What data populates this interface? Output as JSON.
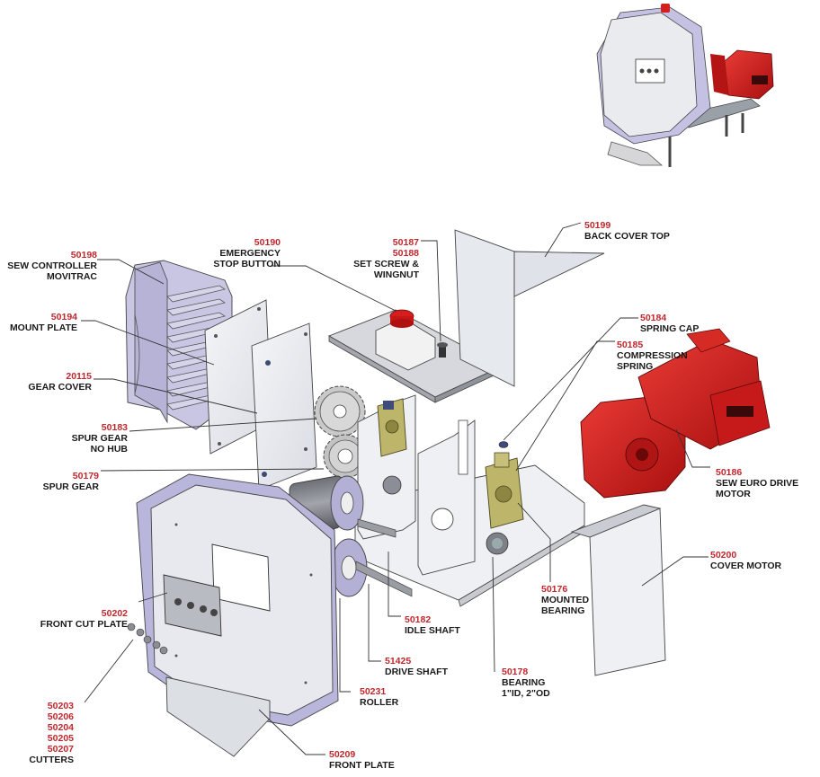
{
  "colors": {
    "part_number": "#c0272d",
    "description": "#1a1a1a",
    "leader_line": "#333333",
    "motor_red": "#d51f1f",
    "panel_light": "#eceff4",
    "panel_side": "#b9b6dc",
    "bearing_olive": "#bcb56a",
    "metal_gray": "#8f939a"
  },
  "labels": [
    {
      "id": "p50198",
      "numbers": [
        "50198"
      ],
      "lines": [
        "SEW CONTROLLER",
        "MOVITRAC"
      ]
    },
    {
      "id": "p50194",
      "numbers": [
        "50194"
      ],
      "lines": [
        "MOUNT PLATE"
      ]
    },
    {
      "id": "p20115",
      "numbers": [
        "20115"
      ],
      "lines": [
        "GEAR COVER"
      ]
    },
    {
      "id": "p50183",
      "numbers": [
        "50183"
      ],
      "lines": [
        "SPUR GEAR",
        "NO HUB"
      ]
    },
    {
      "id": "p50179",
      "numbers": [
        "50179"
      ],
      "lines": [
        "SPUR GEAR"
      ]
    },
    {
      "id": "p50202",
      "numbers": [
        "50202"
      ],
      "lines": [
        "FRONT CUT PLATE"
      ]
    },
    {
      "id": "p50203",
      "numbers": [
        "50203",
        "50206",
        "50204",
        "50205",
        "50207"
      ],
      "lines": [
        "CUTTERS"
      ]
    },
    {
      "id": "p50190",
      "numbers": [
        "50190"
      ],
      "lines": [
        "EMERGENCY",
        "STOP BUTTON"
      ]
    },
    {
      "id": "p50187",
      "numbers": [
        "50187",
        "50188"
      ],
      "lines": [
        "SET SCREW &",
        "WINGNUT"
      ]
    },
    {
      "id": "p50199",
      "numbers": [
        "50199"
      ],
      "lines": [
        "BACK COVER TOP"
      ]
    },
    {
      "id": "p50184",
      "numbers": [
        "50184"
      ],
      "lines": [
        "SPRING CAP"
      ]
    },
    {
      "id": "p50185",
      "numbers": [
        "50185"
      ],
      "lines": [
        "COMPRESSION",
        "SPRING"
      ]
    },
    {
      "id": "p50186",
      "numbers": [
        "50186"
      ],
      "lines": [
        "SEW EURO DRIVE",
        "MOTOR"
      ]
    },
    {
      "id": "p50200",
      "numbers": [
        "50200"
      ],
      "lines": [
        "COVER MOTOR"
      ]
    },
    {
      "id": "p50176",
      "numbers": [
        "50176"
      ],
      "lines": [
        "MOUNTED",
        "BEARING"
      ]
    },
    {
      "id": "p50182",
      "numbers": [
        "50182"
      ],
      "lines": [
        "IDLE SHAFT"
      ]
    },
    {
      "id": "p51425",
      "numbers": [
        "51425"
      ],
      "lines": [
        "DRIVE SHAFT"
      ]
    },
    {
      "id": "p50178",
      "numbers": [
        "50178"
      ],
      "lines": [
        "BEARING",
        "1\"ID, 2\"OD"
      ]
    },
    {
      "id": "p50231",
      "numbers": [
        "50231"
      ],
      "lines": [
        "ROLLER"
      ]
    },
    {
      "id": "p50209",
      "numbers": [
        "50209"
      ],
      "lines": [
        "FRONT PLATE"
      ]
    }
  ],
  "icons": {
    "assembled": "assembled-machine-icon",
    "controller": "sew-controller-icon",
    "motor": "sew-motor-icon"
  }
}
